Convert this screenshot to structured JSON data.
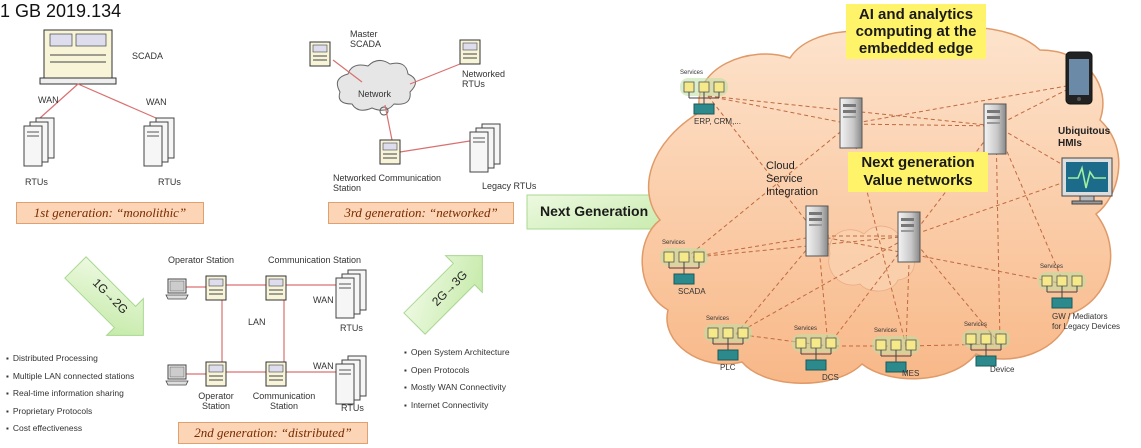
{
  "header": {
    "ref": "1 GB 2019.134"
  },
  "gen1": {
    "scada": "SCADA",
    "wan_left": "WAN",
    "wan_right": "WAN",
    "rtus_left": "RTUs",
    "rtus_right": "RTUs",
    "title": "1st generation: “monolithic”"
  },
  "gen3": {
    "master": "Master\nSCADA",
    "network": "Network",
    "networked_rtus": "Networked\nRTUs",
    "nc_station": "Networked Communication\nStation",
    "legacy_rtus": "Legacy RTUs",
    "title": "3rd generation: “networked”"
  },
  "gen2": {
    "operator_top": "Operator Station",
    "comm_top": "Communication Station",
    "lan": "LAN",
    "wan_top": "WAN",
    "rtus_top": "RTUs",
    "operator_bottom": "Operator\nStation",
    "comm_bottom": "Communication\nStation",
    "wan_bottom": "WAN",
    "rtus_bottom": "RTUs",
    "title": "2nd generation: “distributed”"
  },
  "arrows": {
    "a12": "1G→2G",
    "a23": "2G→3G",
    "next": "Next Generation"
  },
  "bullets_left": [
    "Distributed Processing",
    "Multiple LAN connected stations",
    "Real-time information sharing",
    "Proprietary Protocols",
    "Cost effectiveness"
  ],
  "bullets_mid": [
    "Open System Architecture",
    "Open Protocols",
    "Mostly WAN Connectivity",
    "Internet Connectivity"
  ],
  "cloud": {
    "ai_title": "AI and analytics\ncomputing at the\nembedded edge",
    "value_title": "Next generation\nValue networks",
    "cloud_label": "Cloud\nService\nIntegration",
    "hmis": "Ubiquitous\nHMIs",
    "services": "Services",
    "erp": "ERP, CRM,...",
    "scada": "SCADA",
    "plc": "PLC",
    "dcs": "DCS",
    "mes": "MES",
    "device": "Device",
    "gw": "GW / Mediators\nfor Legacy Devices"
  },
  "colors": {
    "gen_box": "#fbd5b5",
    "cloud": "#fbc9a0",
    "arrow": "#d4f0b0",
    "highlight": "#fff36a",
    "wire": "#d97070"
  }
}
